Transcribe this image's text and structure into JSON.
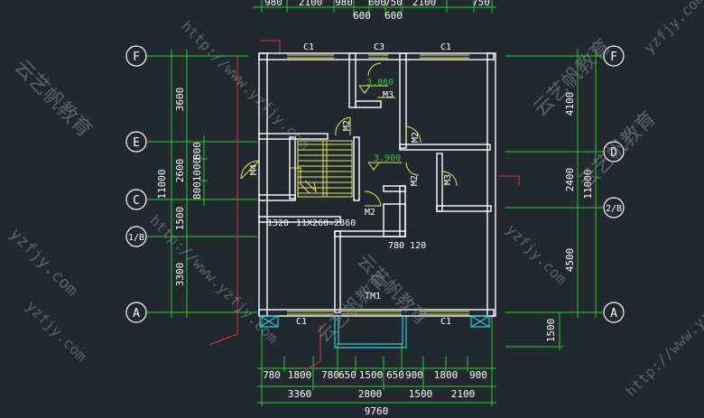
{
  "colors": {
    "background": "#212830",
    "wall": "#ffffff",
    "dimension": "#20d020",
    "axis": "#20d020",
    "window": "#e8e85a",
    "red_line": "#d23a3a",
    "cyan": "#33c9d6",
    "text": "#ffffff",
    "watermark": "#8a8f96"
  },
  "top_dims_row1": [
    "980",
    "2100",
    "980",
    "600",
    "750",
    "2100",
    "750"
  ],
  "top_dims_row2": [
    "600",
    "600"
  ],
  "axes_left": [
    "F",
    "E",
    "C",
    "1/B",
    "A"
  ],
  "axes_right": [
    "F",
    "D",
    "2/B",
    "A"
  ],
  "left_dims": {
    "segments": [
      "3600",
      "2600",
      "1500",
      "3300"
    ],
    "stair_dims": [
      "800",
      "1000",
      "800"
    ],
    "total": "11000"
  },
  "right_dims": {
    "segments": [
      "4100",
      "2400",
      "4500"
    ],
    "total": "11000",
    "extra": "1500"
  },
  "bottom_dims_row1": [
    "780",
    "1800",
    "780",
    "650",
    "1500",
    "650",
    "900",
    "1800",
    "900"
  ],
  "bottom_dims_row2": [
    "3360",
    "2800",
    "1500",
    "2100"
  ],
  "bottom_total": "9760",
  "labels": {
    "c1_top_left": "C1",
    "c3_top": "C3",
    "c1_top_right": "C1",
    "m3_upper": "M3",
    "level_upper": "3.860",
    "m2_left": "M2",
    "m2_center_upper": "M2",
    "m4": "M4",
    "level_lower": "3.900",
    "m2_center_lower": "M2",
    "m3_lower": "M3",
    "m2_stair": "M2",
    "stair_width": "1320",
    "stair_steps": "11X260=2860",
    "dim_780_120": "780 120",
    "tm1": "TM1",
    "c1_bottom_left": "C1",
    "c1_bottom_right": "C1"
  },
  "watermarks": [
    {
      "text": "云艺帆教育",
      "size": 22,
      "rotate": 45
    },
    {
      "text": "http://www.yzfjy.com",
      "size": 16,
      "rotate": 45
    },
    {
      "text": "云艺帆教育",
      "size": 22,
      "rotate": 45
    },
    {
      "text": "yzfjy.com",
      "size": 16,
      "rotate": 45
    },
    {
      "text": "yzfjy.com",
      "size": 18,
      "rotate": 45
    },
    {
      "text": "云艺帆教育",
      "size": 22,
      "rotate": -45
    },
    {
      "text": "http://www.yzfjy.com",
      "size": 16,
      "rotate": 45
    },
    {
      "text": "云艺帆教育",
      "size": 20,
      "rotate": 45
    },
    {
      "text": "yzfjy.com",
      "size": 16,
      "rotate": -45
    },
    {
      "text": "yzfjy.com",
      "size": 16,
      "rotate": 45
    },
    {
      "text": "云艺帆教育",
      "size": 20,
      "rotate": -45
    },
    {
      "text": "http://www.yzfjy.com",
      "size": 16,
      "rotate": -45
    }
  ]
}
